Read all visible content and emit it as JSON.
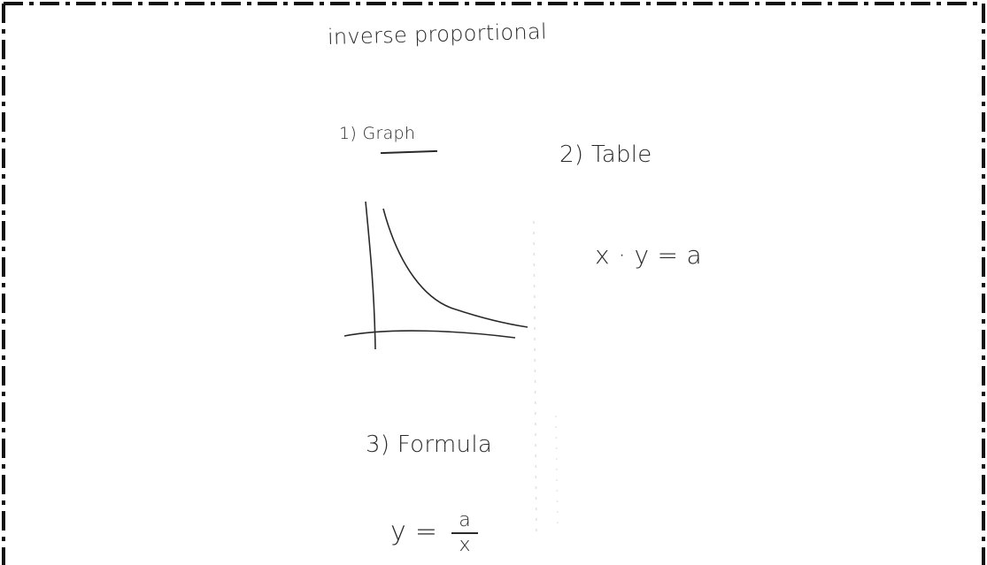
{
  "page": {
    "title": "inverse proportional"
  },
  "sections": {
    "graph": {
      "label": "1) Graph"
    },
    "table": {
      "label": "2) Table",
      "formula": "x · y = a"
    },
    "formula": {
      "label": "3) Formula",
      "lhs": "y =",
      "numerator": "a",
      "denominator": "x"
    }
  },
  "colors": {
    "ink": "#2a2a2a",
    "frame": "#111111",
    "faint": "#d8d8d8"
  }
}
